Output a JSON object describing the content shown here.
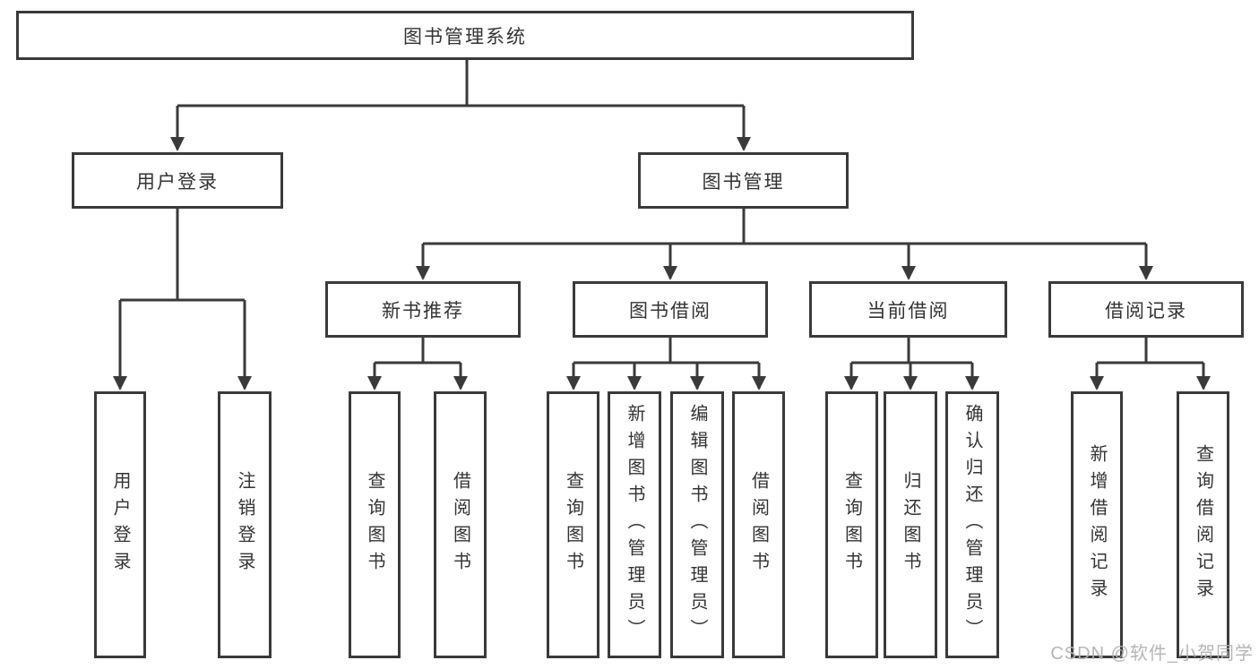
{
  "tree": {
    "label": "图书管理系统",
    "children": [
      {
        "label": "用户登录",
        "children": [
          {
            "label": "用户登录"
          },
          {
            "label": "注销登录"
          }
        ]
      },
      {
        "label": "图书管理",
        "children": [
          {
            "label": "新书推荐",
            "children": [
              {
                "label": "查询图书"
              },
              {
                "label": "借阅图书"
              }
            ]
          },
          {
            "label": "图书借阅",
            "children": [
              {
                "label": "查询图书"
              },
              {
                "label": "新增图书（管理员）"
              },
              {
                "label": "编辑图书（管理员）"
              },
              {
                "label": "借阅图书"
              }
            ]
          },
          {
            "label": "当前借阅",
            "children": [
              {
                "label": "查询图书"
              },
              {
                "label": "归还图书"
              },
              {
                "label": "确认归还（管理员）"
              }
            ]
          },
          {
            "label": "借阅记录",
            "children": [
              {
                "label": "新增借阅记录"
              },
              {
                "label": "查询借阅记录"
              }
            ]
          }
        ]
      }
    ]
  },
  "watermark": {
    "text": "CSDN @软件_小贺同学"
  },
  "colors": {
    "line": "#3a3a3a",
    "box_background": "#ffffff",
    "text": "#333333",
    "watermark": "#b2b2b2"
  }
}
